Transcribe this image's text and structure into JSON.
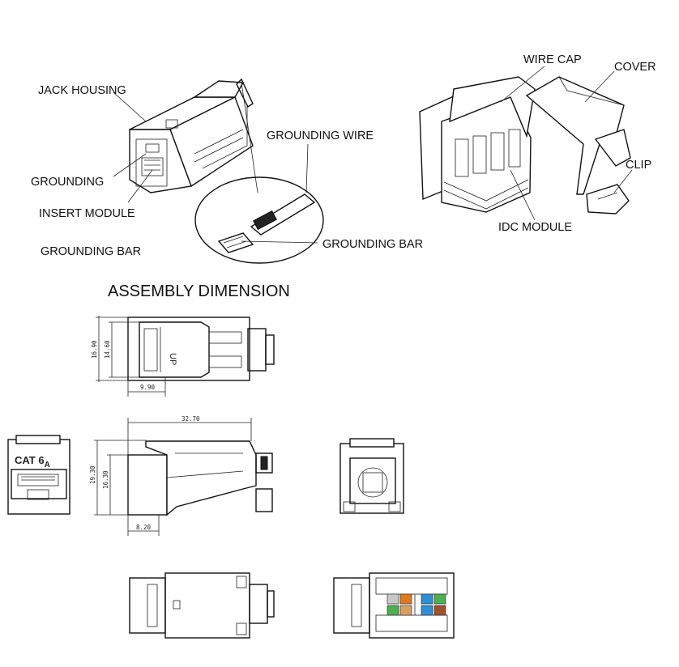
{
  "labels": {
    "jack_housing": "JACK HOUSING",
    "grounding": "GROUNDING",
    "insert_module": "INSERT MODULE",
    "grounding_bar_left": "GROUNDING BAR",
    "grounding_wire": "GROUNDING WIRE",
    "grounding_bar_detail": "GROUNDING BAR",
    "wire_cap": "WIRE CAP",
    "cover": "COVER",
    "clip": "CLIP",
    "idc_module": "IDC MODULE"
  },
  "section_title": "ASSEMBLY DIMENSION",
  "dimensions": {
    "top_height_outer": "16.90",
    "top_height_inner": "14.60",
    "top_width": "9.90",
    "side_length": "32.70",
    "side_height_outer": "19.30",
    "side_height_inner": "16.30",
    "side_width": "8.20"
  },
  "marks": {
    "up": "UP",
    "cat": "CAT 6",
    "cat_sub": "A"
  }
}
